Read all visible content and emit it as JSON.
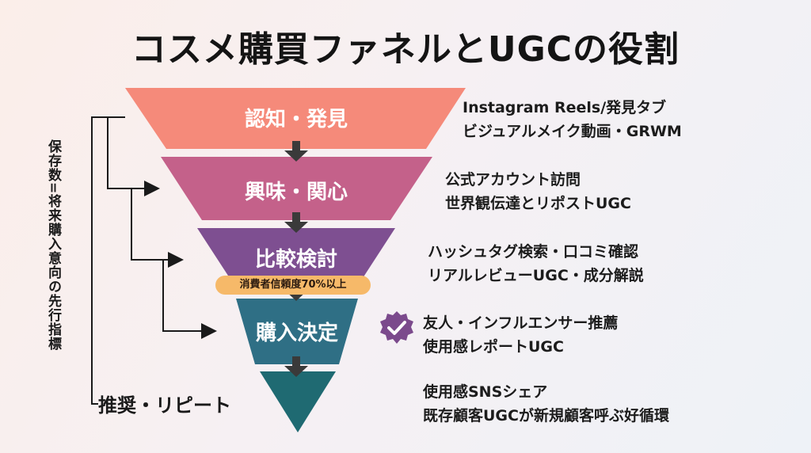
{
  "title": "コスメ購買ファネルとUGCの役割",
  "stages": [
    {
      "label": "認知・発見",
      "color": "#f58a7a",
      "desc": [
        "Instagram Reels/発見タブ",
        "ビジュアルメイク動画・GRWM"
      ]
    },
    {
      "label": "興味・関心",
      "color": "#c4618a",
      "desc": [
        "公式アカウント訪問",
        "世界観伝達とリポストUGC"
      ]
    },
    {
      "label": "比較検討",
      "color": "#7e4f91",
      "desc": [
        "ハッシュタグ検索・口コミ確認",
        "リアルレビューUGC・成分解説"
      ]
    },
    {
      "label": "購入決定",
      "color": "#2f6f85",
      "desc": [
        "友人・インフルエンサー推薦",
        "使用感レポートUGC"
      ]
    },
    {
      "label": "推奨・リピート",
      "color": "#1f6a72",
      "desc": [
        "使用感SNSシェア",
        "既存顧客UGCが新規顧客呼ぶ好循環"
      ]
    }
  ],
  "badge": "消費者信頼度70%以上",
  "side_label": "保存数=将来購入意向の先行指標",
  "check_icon": "check-badge-icon",
  "accent_check": "#7b4a8c"
}
